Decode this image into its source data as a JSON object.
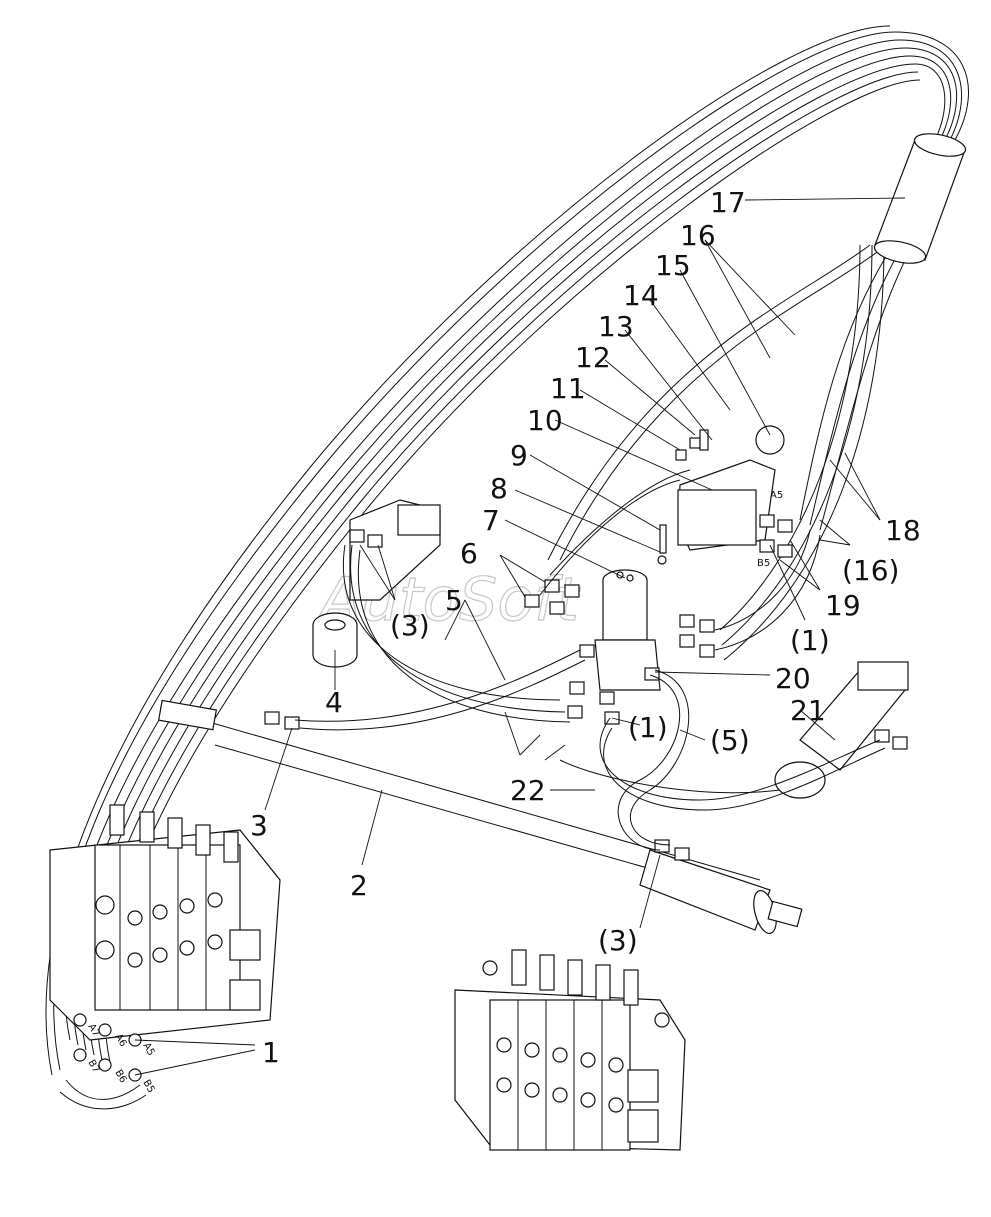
{
  "watermark": "AutoSoft",
  "callouts": {
    "c1": "1",
    "c2": "2",
    "c3": "3",
    "c3b": "(3)",
    "c3c": "(3)",
    "c4": "4",
    "c5": "5",
    "c5b": "(5)",
    "c6": "6",
    "c7": "7",
    "c8": "8",
    "c9": "9",
    "c10": "10",
    "c11": "11",
    "c12": "12",
    "c13": "13",
    "c14": "14",
    "c15": "15",
    "c16": "16",
    "c16b": "(16)",
    "c17": "17",
    "c18": "18",
    "c19": "19",
    "c20": "20",
    "c21": "21",
    "c22": "22",
    "c1b": "(1)",
    "c1c": "(1)"
  },
  "port_labels": {
    "a5_top": "A5",
    "b5_top": "B5",
    "a7": "A7",
    "a6": "A6",
    "a5": "A5",
    "b7": "B7",
    "b6": "B6",
    "b5": "B5"
  }
}
